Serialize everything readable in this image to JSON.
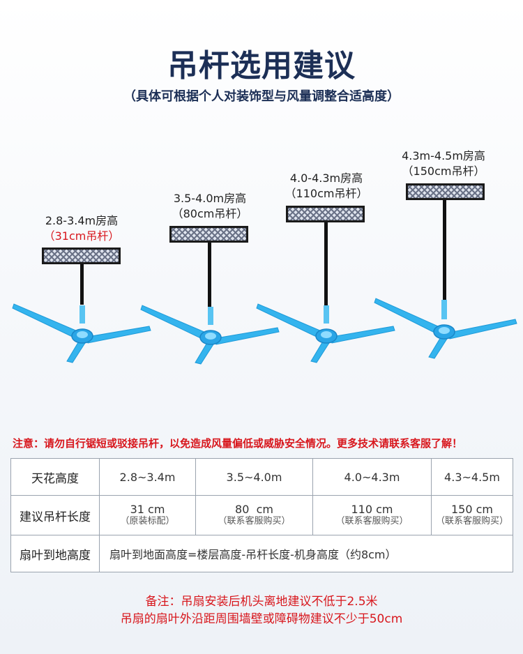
{
  "title": "吊杆选用建议",
  "subtitle": "（具体可根据个人对装饰型与风量调整合适高度）",
  "fans": [
    {
      "height": "2.8-3.4m房高",
      "rod": "（31cm吊杆）",
      "rod_cm": 31
    },
    {
      "height": "3.5-4.0m房高",
      "rod": "（80cm吊杆）",
      "rod_cm": 80
    },
    {
      "height": "4.0-4.3m房高",
      "rod": "（110cm吊杆）",
      "rod_cm": 110
    },
    {
      "height": "4.3m-4.5m房高",
      "rod": "（150cm吊杆）",
      "rod_cm": 150
    }
  ],
  "note": "注意：请勿自行锯短或驳接吊杆，以免造成风量偏低或威胁安全情况。更多技术请联系客服了解！",
  "table": {
    "row1": {
      "label": "天花高度",
      "cells": [
        "2.8~3.4m",
        "3.5~4.0m",
        "4.0~4.3m",
        "4.3~4.5m"
      ]
    },
    "row2": {
      "label": "建议吊杆长度",
      "cells": [
        {
          "main": "31 cm",
          "sub": "（原装标配）"
        },
        {
          "main": "80  cm",
          "sub": "（联系客服购买）"
        },
        {
          "main": "110 cm",
          "sub": "（联系客服购买）"
        },
        {
          "main": "150 cm",
          "sub": "（联系客服购买）"
        }
      ]
    },
    "row3": {
      "label": "扇叶到地高度",
      "formula": "扇叶到地面高度=楼层高度-吊杆长度-机身高度（约8cm）"
    }
  },
  "footer": {
    "line1": "备注：吊扇安装后机头离地建议不低于2.5米",
    "line2": "吊扇的扇叶外沿距周围墙壁或障碍物建议不少于50cm"
  },
  "colors": {
    "title": "#1c2f56",
    "red": "#d8171d",
    "blade": "#34b4ee"
  }
}
